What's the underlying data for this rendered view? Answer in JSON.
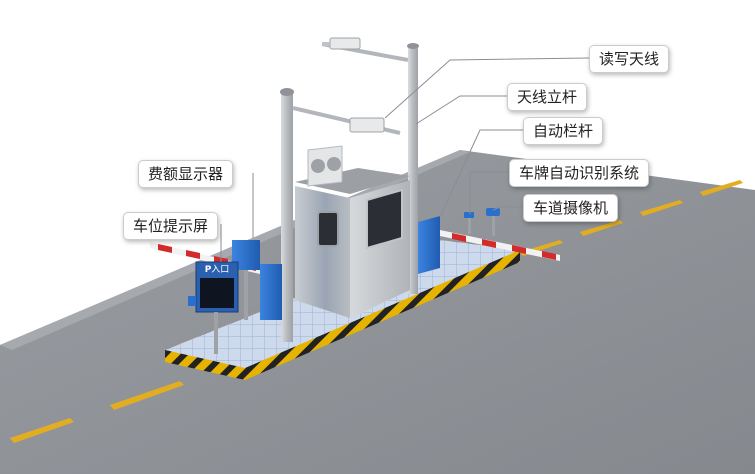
{
  "labels": {
    "antenna": "读写天线",
    "antenna_pole": "天线立杆",
    "auto_gate": "自动栏杆",
    "plate_recognition": "车牌自动识别系统",
    "lane_camera": "车道摄像机",
    "fee_display": "费额显示器",
    "space_screen": "车位提示屏"
  },
  "sign": {
    "p_letter": "P",
    "entrance_text": "入口"
  },
  "colors": {
    "road": "#8f9398",
    "lane_line": "#e2ad20",
    "booth_metal": "#c4c8cc",
    "barrier_blue": "#2a6fcc",
    "barrier_arm_red": "#d32a2a",
    "hazard_yellow": "#e6b400"
  }
}
